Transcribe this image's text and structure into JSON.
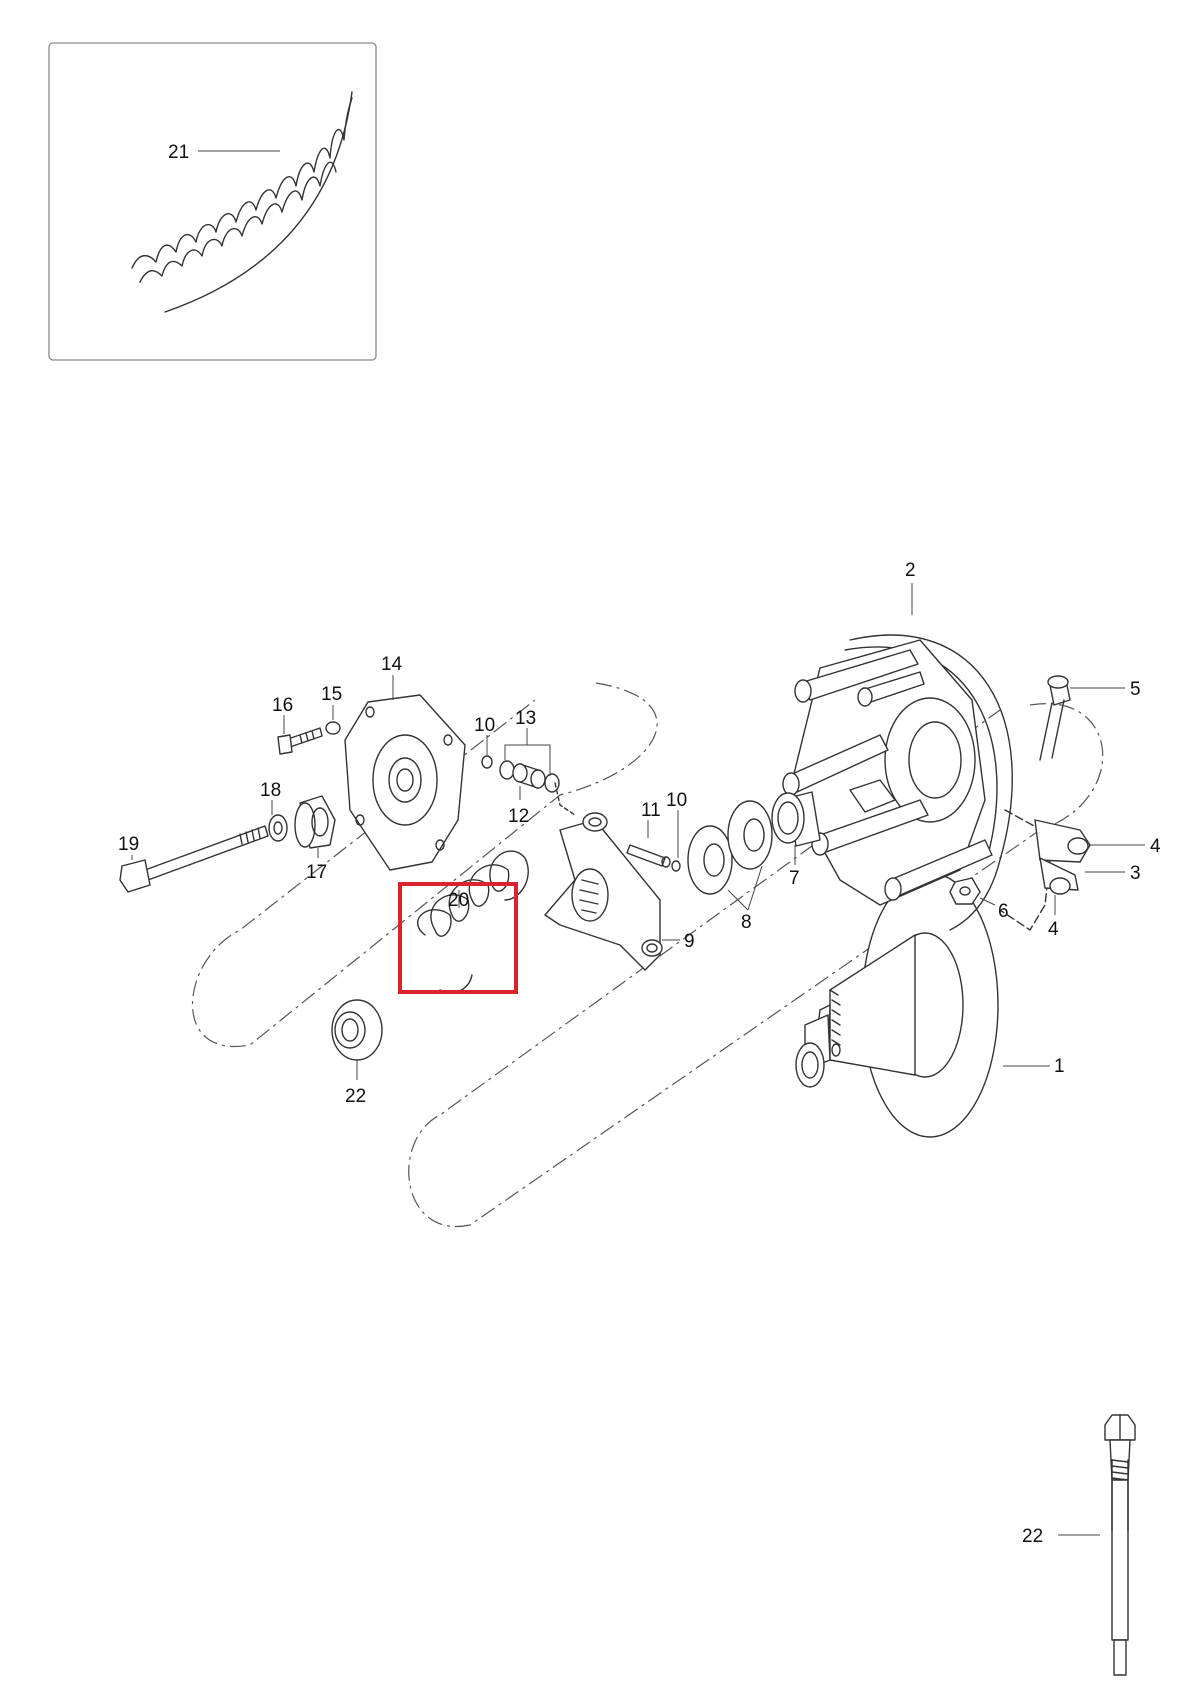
{
  "colors": {
    "highlight": "#d9232d",
    "line": "#333333",
    "inset_border": "#8a8a8a"
  },
  "inset": {
    "part_label": "21"
  },
  "highlight": {
    "part_label": "20"
  },
  "callouts": {
    "p1": "1",
    "p2": "2",
    "p3": "3",
    "p4a": "4",
    "p4b": "4",
    "p5": "5",
    "p6": "6",
    "p7": "7",
    "p8": "8",
    "p9": "9",
    "p10a": "10",
    "p10b": "10",
    "p11": "11",
    "p12": "12",
    "p13": "13",
    "p14": "14",
    "p15": "15",
    "p16": "16",
    "p17": "17",
    "p18": "18",
    "p19": "19",
    "p20": "20",
    "p21": "21",
    "p22a": "22",
    "p22b": "22"
  }
}
